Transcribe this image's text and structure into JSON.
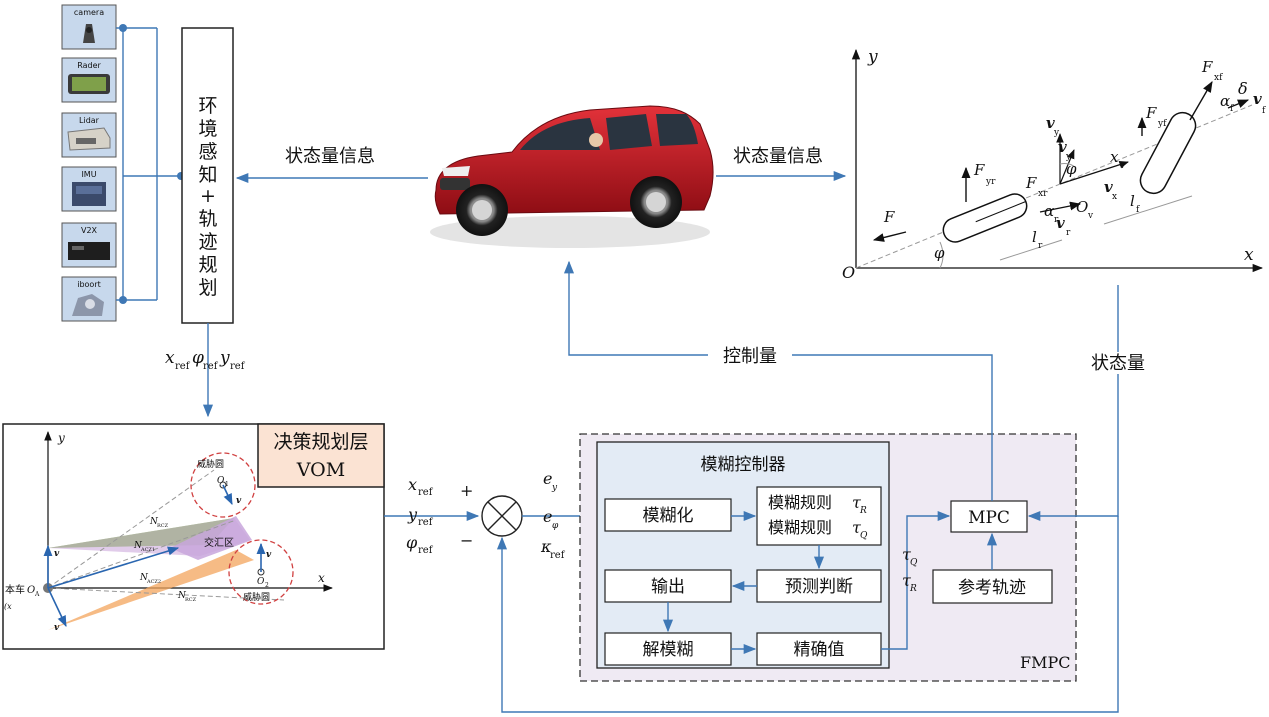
{
  "colors": {
    "arrow": "#3f78b5",
    "sensor_bg": "#c7d8ec",
    "vom_header": "#fbe3d3",
    "fuzzy_bg": "#e3ebf5",
    "fmpc_bg": "#efeaf3",
    "threat": "#d04040",
    "car_body": "#c0121d"
  },
  "sensors": [
    {
      "label": "camera",
      "icon": "camera-icon"
    },
    {
      "label": "Rader",
      "icon": "radar-icon"
    },
    {
      "label": "Lidar",
      "icon": "lidar-icon"
    },
    {
      "label": "IMU",
      "icon": "imu-icon"
    },
    {
      "label": "V2X",
      "icon": "v2x-icon"
    },
    {
      "label": "iboort",
      "icon": "iboort-icon"
    }
  ],
  "perception": {
    "chars": [
      "环",
      "境",
      "感",
      "知",
      "+",
      "轨",
      "迹",
      "规",
      "划"
    ]
  },
  "labels": {
    "state_info_left": "状态量信息",
    "state_info_right": "状态量信息",
    "control": "控制量",
    "state": "状态量",
    "ref_x": "x",
    "ref_phi": "φ",
    "ref_y": "y",
    "ref_sub": "ref"
  },
  "vom": {
    "title1": "决策规划层",
    "title2": "VOM",
    "threat1": "威胁圆",
    "threat2": "威胁圆",
    "intersection": "交汇区",
    "own_car": "本车",
    "own_sub": "A",
    "own_coord": "(x",
    "N_rcz": "N",
    "N_rcz_sub": "RCZ",
    "N_acz1_sub": "ACZ1",
    "N_acz2_sub": "ACZ2",
    "o1": "O",
    "o1_sub": "1",
    "o2": "O",
    "o2_sub": "2",
    "v1": "v",
    "v2": "v",
    "axis_x": "x",
    "axis_y": "y"
  },
  "sum": {
    "in_x": "x",
    "in_y": "y",
    "in_phi": "φ",
    "sub": "ref",
    "plus": "+",
    "minus": "−",
    "e": "e",
    "ey_sub": "y",
    "ephi_sub": "φ",
    "kappa": "κ",
    "kappa_sub": "ref"
  },
  "fmpc": {
    "title": "模糊控制器",
    "fuzzify": "模糊化",
    "rule1": "模糊规则",
    "rule2": "模糊规则",
    "tau": "τ",
    "R": "R",
    "Q": "Q",
    "predict": "预测判断",
    "output": "输出",
    "defuzz": "解模糊",
    "exact": "精确值",
    "mpc": "MPC",
    "ref_traj": "参考轨迹",
    "name": "FMPC"
  },
  "vehicle": {
    "axis_x": "x",
    "axis_y": "y",
    "origin": "O",
    "F": "F",
    "phi": "φ",
    "delta": "δ",
    "alpha": "α",
    "v": "v",
    "l": "l",
    "Ov": "O",
    "sub_xf": "xf",
    "sub_yf": "yf",
    "sub_xr": "xr",
    "sub_yr": "yr",
    "sub_v": "v",
    "sub_f": "f",
    "sub_r": "r",
    "sub_x": "x",
    "sub_y": "y"
  }
}
